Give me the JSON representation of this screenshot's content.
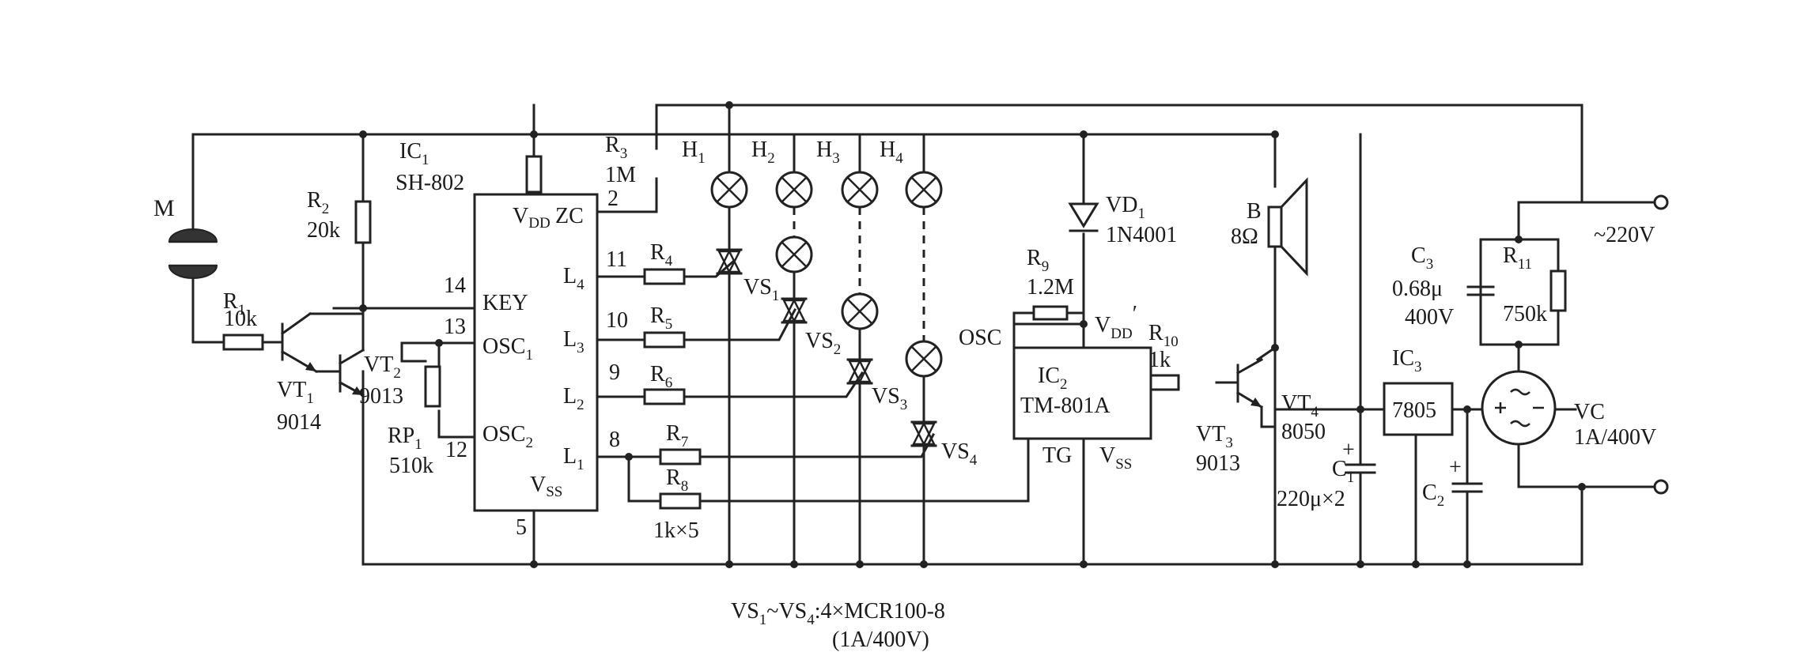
{
  "labels": {
    "M": "M",
    "R1": "R",
    "R1_sub": "1",
    "R1_val": "10k",
    "R2": "R",
    "R2_sub": "2",
    "R2_val": "20k",
    "R3": "R",
    "R3_sub": "3",
    "R3_val": "1M",
    "R4": "R",
    "R4_sub": "4",
    "R5": "R",
    "R5_sub": "5",
    "R6": "R",
    "R6_sub": "6",
    "R7": "R",
    "R7_sub": "7",
    "R8": "R",
    "R8_sub": "8",
    "R8_val": "1k×5",
    "R9": "R",
    "R9_sub": "9",
    "R9_val": "1.2M",
    "R10": "R",
    "R10_sub": "10",
    "R10_val": "1k",
    "R11": "R",
    "R11_sub": "11",
    "R11_val": "750k",
    "RP1": "RP",
    "RP1_sub": "1",
    "RP1_val": "510k",
    "VT1": "VT",
    "VT1_sub": "1",
    "VT1_val": "9014",
    "VT2": "VT",
    "VT2_sub": "2",
    "VT2_val": "9013",
    "VT3": "VT",
    "VT3_sub": "3",
    "VT3_val": "9013",
    "VT4": "VT",
    "VT4_sub": "4",
    "VT4_val": "8050",
    "IC1": "IC",
    "IC1_sub": "1",
    "IC1_val": "SH-802",
    "IC2": "IC",
    "IC2_sub": "2",
    "IC2_val": "TM-801A",
    "IC3": "IC",
    "IC3_sub": "3",
    "IC3_val": "7805",
    "H1": "H",
    "H1_sub": "1",
    "H2": "H",
    "H2_sub": "2",
    "H3": "H",
    "H3_sub": "3",
    "H4": "H",
    "H4_sub": "4",
    "VS1": "VS",
    "VS1_sub": "1",
    "VS2": "VS",
    "VS2_sub": "2",
    "VS3": "VS",
    "VS3_sub": "3",
    "VS4": "VS",
    "VS4_sub": "4",
    "VD1": "VD",
    "VD1_sub": "1",
    "VD1_val": "1N4001",
    "B": "B",
    "B_val": "8Ω",
    "C1": "C",
    "C1_sub": "1",
    "C1_val": "220μ×2",
    "C2": "C",
    "C2_sub": "2",
    "C3": "C",
    "C3_sub": "3",
    "C3_val1": "0.68μ",
    "C3_val2": "400V",
    "VC": "VC",
    "VC_val": "1A/400V",
    "ac": "~220V",
    "note1": "VS",
    "note1_sub1": "1",
    "note1_mid": "~VS",
    "note1_sub2": "4",
    "note1_tail": ":4×MCR100-8",
    "note2": "(1A/400V)"
  },
  "ic1_pins": {
    "vdd": "V",
    "vdd_sub": "DD",
    "zc": "ZC",
    "key": "KEY",
    "osc1": "OSC",
    "osc1_sub": "1",
    "osc2": "OSC",
    "osc2_sub": "2",
    "l4": "L",
    "l4_sub": "4",
    "l3": "L",
    "l3_sub": "3",
    "l2": "L",
    "l2_sub": "2",
    "l1": "L",
    "l1_sub": "1",
    "vss": "V",
    "vss_sub": "SS",
    "n2": "2",
    "n5": "5",
    "n8": "8",
    "n9": "9",
    "n10": "10",
    "n11": "11",
    "n12": "12",
    "n13": "13",
    "n14": "14"
  },
  "ic2_pins": {
    "osc": "OSC",
    "vdd": "V",
    "vdd_sub": "DD",
    "vdd_prime": "′",
    "tg": "TG",
    "vss": "V",
    "vss_sub": "SS"
  }
}
